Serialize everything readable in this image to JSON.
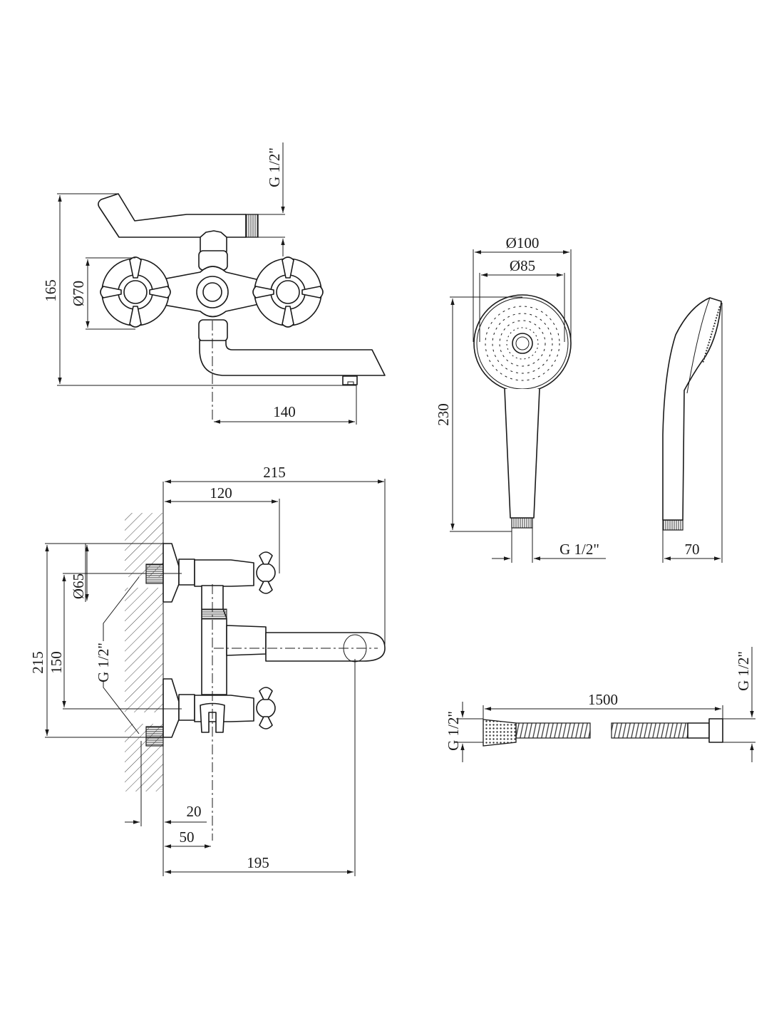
{
  "views": {
    "front_view": {
      "labels": {
        "height": "165",
        "handle_diameter": "Ø70",
        "spout_reach": "140",
        "outlet_thread": "G 1/2\""
      }
    },
    "top_view": {
      "labels": {
        "total_depth": "215",
        "handle_depth": "120",
        "total_height": "215",
        "inlet_spacing": "150",
        "flange_diameter": "Ø65",
        "inlet_thread": "G 1/2\"",
        "wall_offset": "20",
        "holder_offset": "50",
        "spout_depth": "195"
      }
    },
    "hand_shower_front": {
      "labels": {
        "head_outer_diameter": "Ø100",
        "head_inner_diameter": "Ø85",
        "length": "230",
        "thread": "G 1/2\""
      }
    },
    "hand_shower_side": {
      "labels": {
        "depth": "70"
      }
    },
    "hose": {
      "labels": {
        "length": "1500",
        "left_thread": "G 1/2\"",
        "right_thread": "G 1/2\""
      }
    }
  }
}
